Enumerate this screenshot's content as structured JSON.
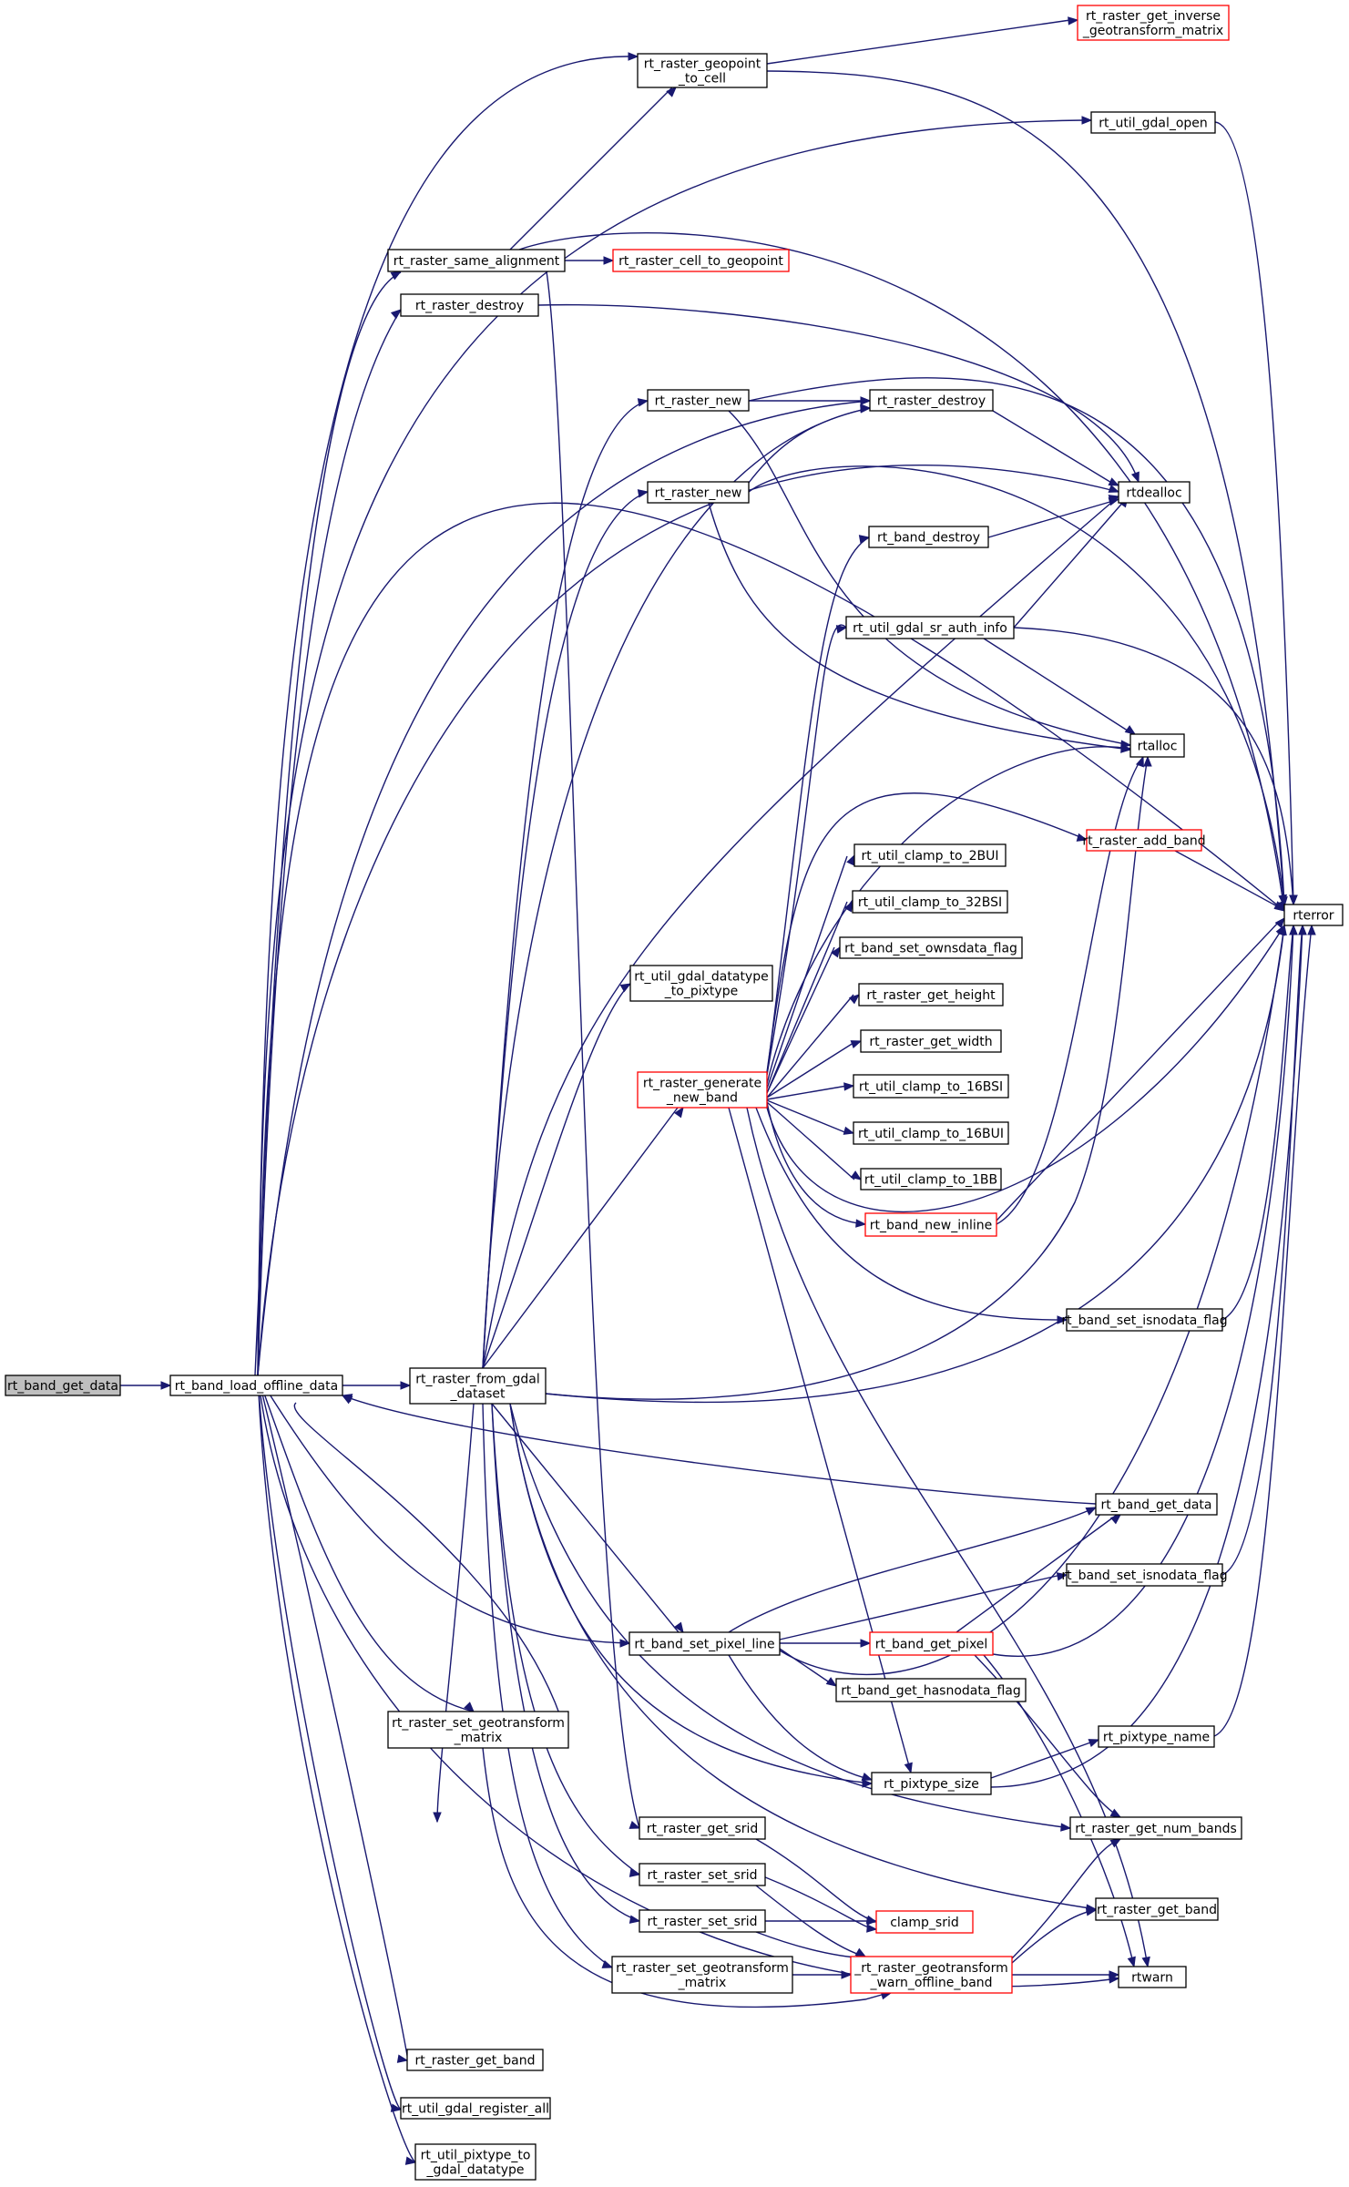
{
  "nodes": {
    "n_start": {
      "lines": [
        "rt_band_get_data"
      ],
      "style": "current"
    },
    "n_load": {
      "lines": [
        "rt_band_load_offline_data"
      ],
      "style": "normal"
    },
    "n_from_gdal": {
      "lines": [
        "rt_raster_from_gdal",
        "_dataset"
      ],
      "style": "normal"
    },
    "n_geopoint": {
      "lines": [
        "rt_raster_geopoint",
        "_to_cell"
      ],
      "style": "normal"
    },
    "n_inv_geo": {
      "lines": [
        "rt_raster_get_inverse",
        "_geotransform_matrix"
      ],
      "style": "red"
    },
    "n_gdal_open": {
      "lines": [
        "rt_util_gdal_open"
      ],
      "style": "normal"
    },
    "n_same_align": {
      "lines": [
        "rt_raster_same_alignment"
      ],
      "style": "normal"
    },
    "n_cell_geo": {
      "lines": [
        "rt_raster_cell_to_geopoint"
      ],
      "style": "red"
    },
    "n_destroy_l": {
      "lines": [
        "rt_raster_destroy"
      ],
      "style": "normal"
    },
    "n_new1": {
      "lines": [
        "rt_raster_new"
      ],
      "style": "normal"
    },
    "n_destroy_r": {
      "lines": [
        "rt_raster_destroy"
      ],
      "style": "normal"
    },
    "n_new2": {
      "lines": [
        "rt_raster_new"
      ],
      "style": "normal"
    },
    "n_dealloc": {
      "lines": [
        "rtdealloc"
      ],
      "style": "normal"
    },
    "n_band_destroy": {
      "lines": [
        "rt_band_destroy"
      ],
      "style": "normal"
    },
    "n_sr_auth": {
      "lines": [
        "rt_util_gdal_sr_auth_info"
      ],
      "style": "normal"
    },
    "n_rtalloc": {
      "lines": [
        "rtalloc"
      ],
      "style": "normal"
    },
    "n_add_band": {
      "lines": [
        "rt_raster_add_band"
      ],
      "style": "red"
    },
    "n_rterror": {
      "lines": [
        "rterror"
      ],
      "style": "normal"
    },
    "n_clamp2bui": {
      "lines": [
        "rt_util_clamp_to_2BUI"
      ],
      "style": "normal"
    },
    "n_clamp32bsi": {
      "lines": [
        "rt_util_clamp_to_32BSI"
      ],
      "style": "normal"
    },
    "n_ownsdata": {
      "lines": [
        "rt_band_set_ownsdata_flag"
      ],
      "style": "normal"
    },
    "n_get_height": {
      "lines": [
        "rt_raster_get_height"
      ],
      "style": "normal"
    },
    "n_get_width": {
      "lines": [
        "rt_raster_get_width"
      ],
      "style": "normal"
    },
    "n_clamp16bsi": {
      "lines": [
        "rt_util_clamp_to_16BSI"
      ],
      "style": "normal"
    },
    "n_clamp16bui": {
      "lines": [
        "rt_util_clamp_to_16BUI"
      ],
      "style": "normal"
    },
    "n_clamp1bb": {
      "lines": [
        "rt_util_clamp_to_1BB"
      ],
      "style": "normal"
    },
    "n_new_inline": {
      "lines": [
        "rt_band_new_inline"
      ],
      "style": "red"
    },
    "n_gen_band": {
      "lines": [
        "rt_raster_generate",
        "_new_band"
      ],
      "style": "red"
    },
    "n_dt_pix": {
      "lines": [
        "rt_util_gdal_datatype",
        "_to_pixtype"
      ],
      "style": "normal"
    },
    "n_isnodata1": {
      "lines": [
        "rt_band_set_isnodata_flag"
      ],
      "style": "normal"
    },
    "n_get_data": {
      "lines": [
        "rt_band_get_data"
      ],
      "style": "normal"
    },
    "n_isnodata2": {
      "lines": [
        "rt_band_set_isnodata_flag"
      ],
      "style": "normal"
    },
    "n_pixel_line": {
      "lines": [
        "rt_band_set_pixel_line"
      ],
      "style": "normal"
    },
    "n_get_pixel": {
      "lines": [
        "rt_band_get_pixel"
      ],
      "style": "red"
    },
    "n_hasnodata": {
      "lines": [
        "rt_band_get_hasnodata_flag"
      ],
      "style": "normal"
    },
    "n_set_geo_l": {
      "lines": [
        "rt_raster_set_geotransform",
        "_matrix"
      ],
      "style": "normal"
    },
    "n_pixtype_name": {
      "lines": [
        "rt_pixtype_name"
      ],
      "style": "normal"
    },
    "n_pixtype_size": {
      "lines": [
        "rt_pixtype_size"
      ],
      "style": "normal"
    },
    "n_get_srid": {
      "lines": [
        "rt_raster_get_srid"
      ],
      "style": "normal"
    },
    "n_num_bands": {
      "lines": [
        "rt_raster_get_num_bands"
      ],
      "style": "normal"
    },
    "n_set_srid1": {
      "lines": [
        "rt_raster_set_srid"
      ],
      "style": "normal"
    },
    "n_get_band_r": {
      "lines": [
        "rt_raster_get_band"
      ],
      "style": "normal"
    },
    "n_set_srid2": {
      "lines": [
        "rt_raster_set_srid"
      ],
      "style": "normal"
    },
    "n_clamp_srid": {
      "lines": [
        "clamp_srid"
      ],
      "style": "red"
    },
    "n_set_geo_m": {
      "lines": [
        "rt_raster_set_geotransform",
        "_matrix"
      ],
      "style": "normal"
    },
    "n_warn_off": {
      "lines": [
        "_rt_raster_geotransform",
        "_warn_offline_band"
      ],
      "style": "red"
    },
    "n_rtwarn": {
      "lines": [
        "rtwarn"
      ],
      "style": "normal"
    },
    "n_get_band_l": {
      "lines": [
        "rt_raster_get_band"
      ],
      "style": "normal"
    },
    "n_reg_all": {
      "lines": [
        "rt_util_gdal_register_all"
      ],
      "style": "normal"
    },
    "n_pix_to_dt": {
      "lines": [
        "rt_util_pixtype_to",
        "_gdal_datatype"
      ],
      "style": "normal"
    }
  }
}
